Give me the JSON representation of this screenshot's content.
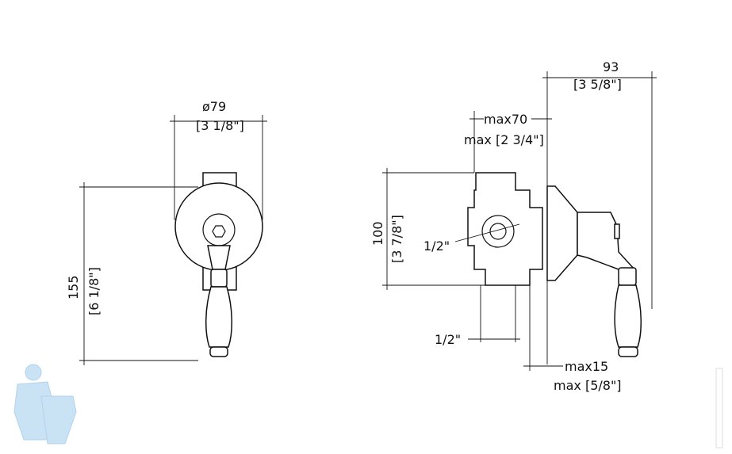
{
  "front_view": {
    "diameter_mm": "ø79",
    "diameter_in": "[3 1/8\"]",
    "height_mm": "155",
    "height_in": "[6 1/8\"]"
  },
  "side_view": {
    "depth_mm": "93",
    "depth_in": "[3 5/8\"]",
    "max_depth_mm": "max70",
    "max_depth_in": "max [2 3/4\"]",
    "body_height_mm": "100",
    "body_height_in": "[3 7/8\"]",
    "inlet_label": "1/2\"",
    "bottom_connection_label": "1/2\"",
    "min_wall_mm": "max15",
    "min_wall_in": "max [5/8\"]"
  },
  "colors": {
    "line": "#111111",
    "watermark": "#bcdcf2"
  }
}
